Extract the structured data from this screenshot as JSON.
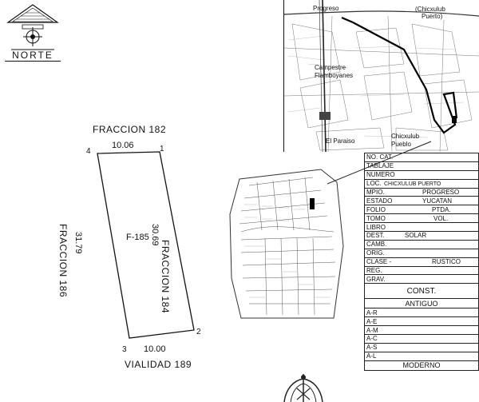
{
  "north": {
    "label": "NORTE"
  },
  "lot": {
    "north_name": "FRACCION 182",
    "east_name": "FRACCION 184",
    "west_name": "FRACCION 186",
    "south_name": "VIALIDAD 189",
    "top_length": "10.06",
    "right_length": "30.69",
    "left_length": "31.79",
    "bottom_length": "10.00",
    "id": "F-185",
    "v1": "1",
    "v2": "2",
    "v3": "3",
    "v4": "4"
  },
  "map": {
    "progreso": "Progreso",
    "chicxulub_puerto_1": "(Chicxulub",
    "chicxulub_puerto_2": "Puerto)",
    "campestre_1": "Campestre",
    "campestre_2": "Flamboyanes",
    "el_paraiso": "El Paraiso",
    "chicxulub_pueblo_1": "Chicxulub",
    "chicxulub_pueblo_2": "Pueblo"
  },
  "info": {
    "no_cat": "NO. CAT.",
    "tablaje": "TABLAJE",
    "numero": "NUMERO",
    "loc": "LOC.",
    "loc_val": "CHICXULUB PUERTO",
    "mpio": "MPIO.",
    "mpio_val": "PROGRESO",
    "estado": "ESTADO",
    "estado_val": "YUCATAN",
    "folio": "FOLIO",
    "folio_val": "PTDA.",
    "tomo": "TOMO",
    "tomo_val": "VOL.",
    "libro": "LIBRO",
    "dest": "DEST.",
    "dest_val": "SOLAR",
    "camb": "CAMB.",
    "orig": "ORIG.",
    "clase": "CLASE -",
    "clase_val": "RUSTICO",
    "reg": "REG.",
    "grav": "GRAV.",
    "const": "CONST.",
    "antiguo": "ANTIGUO",
    "ar": "A-R",
    "ae": "A-E",
    "am": "A-M",
    "ac": "A-C",
    "as": "A-S",
    "al": "A-L",
    "moderno": "MODERNO"
  }
}
